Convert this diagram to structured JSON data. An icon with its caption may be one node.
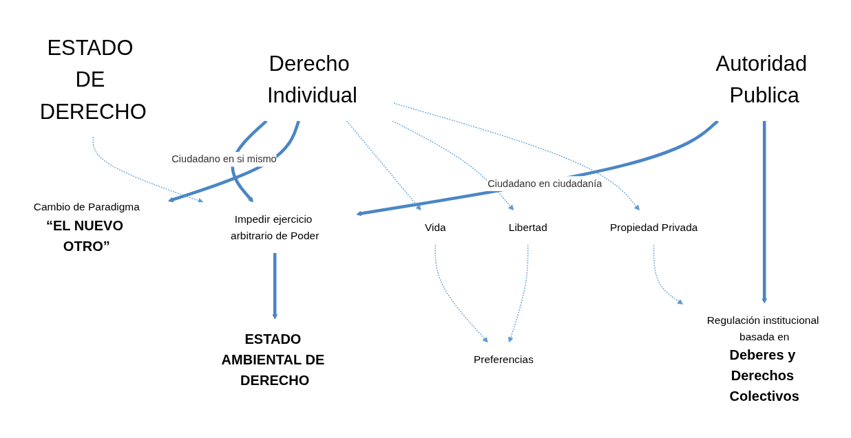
{
  "diagram": {
    "nodes": [
      {
        "text": [
          "Derecho Individual"
        ]
      },
      {
        "text": [
          "ESTADO DE DERECHO"
        ]
      },
      {
        "text": [
          "Autoridad Publica"
        ]
      },
      {
        "text": [
          "Impedir ejercicio arbitrario de Poder"
        ]
      },
      {
        "text": [
          "Cambio de Paradigma",
          "“EL NUEVO OTRO”"
        ]
      },
      {
        "text": [
          "ESTADO AMBIENTAL DE DERECHO"
        ]
      },
      {
        "text": [
          "Regulación institucional basada en",
          "Deberes y Derechos Colectivos"
        ]
      },
      {
        "text": [
          "Vida"
        ]
      },
      {
        "text": [
          "Libertad"
        ]
      },
      {
        "text": [
          "Propiedad Privada"
        ]
      },
      {
        "text": [
          "Preferencias"
        ]
      }
    ],
    "edges": [
      {
        "from": 0,
        "to": 3,
        "arrow": "to",
        "label": "Ciudadano en si mismo",
        "style": "thick"
      },
      {
        "from": 0,
        "to": 4,
        "arrow": "to",
        "style": "thick"
      },
      {
        "from": 1,
        "to": 3,
        "arrow": "to",
        "style": "dashed"
      },
      {
        "from": 2,
        "to": 3,
        "arrow": "to",
        "label": "Ciudadano en ciudadanía",
        "style": "thick"
      },
      {
        "from": 2,
        "to": 6,
        "arrow": "to",
        "style": "thick"
      },
      {
        "from": 3,
        "to": 5,
        "arrow": "to",
        "style": "thick"
      },
      {
        "from": 0,
        "to": 7,
        "arrow": "to",
        "style": "dashed"
      },
      {
        "from": 0,
        "to": 8,
        "arrow": "to",
        "style": "dashed"
      },
      {
        "from": 0,
        "to": 9,
        "arrow": "to",
        "style": "dashed"
      },
      {
        "from": 7,
        "to": 10,
        "arrow": "to",
        "style": "dashed"
      },
      {
        "from": 8,
        "to": 10,
        "arrow": "to",
        "style": "dashed"
      },
      {
        "from": 9,
        "to": 6,
        "arrow": "to",
        "style": "dashed"
      }
    ]
  }
}
